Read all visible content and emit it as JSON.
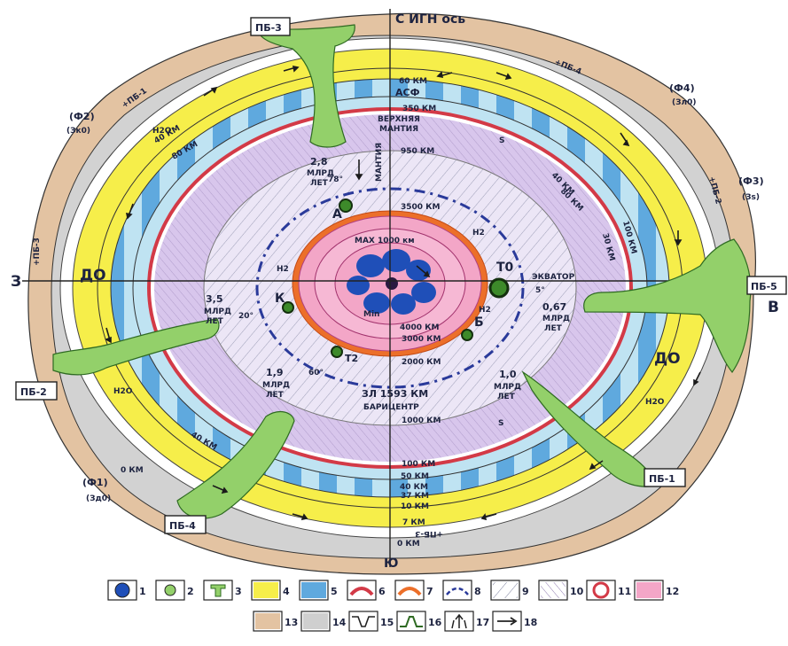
{
  "title": "С ИГН ось",
  "directions": {
    "north": "С",
    "south": "Ю",
    "west": "З",
    "east": "В"
  },
  "axis_label": "ИГН ось",
  "plates": {
    "pb1": "ПБ-1",
    "pb2": "ПБ-2",
    "pb3": "ПБ-3",
    "pb4": "ПБ-4",
    "pb5": "ПБ-5",
    "pb1_arc": "+ПБ-1",
    "pb2_arc": "+ПБ-2",
    "pb3_arc": "+ПБ-3",
    "pb4_arc": "+ПБ-4",
    "pb3_bottom": "+ПБ-3"
  },
  "phases": {
    "f1": "(Ф1)",
    "f1_sub": "(Зд0)",
    "f2": "(Ф2)",
    "f2_sub": "(Зк0)",
    "f3": "(Ф3)",
    "f3_sub": "(Зs)",
    "f4": "(Ф4)",
    "f4_sub": "(Зл0)"
  },
  "layers": {
    "upper_mantle_1": "ВЕРХНЯЯ",
    "upper_mantle_2": "МАНТИЯ",
    "mantle_vertical": "МАНТИЯ",
    "asf": "АСФ",
    "equator": "ЭКВАТОР",
    "do_left": "ДО",
    "do_right": "ДО",
    "barycenter_1": "ЗЛ 1593 КМ",
    "barycenter_2": "БАРИЦЕНТР"
  },
  "depth_marks": {
    "d60": "60 КМ",
    "d350": "350 КМ",
    "d950": "950 КМ",
    "d3500": "3500 КМ",
    "d4000": "4000 КМ",
    "d3000": "3000 КМ",
    "d2000": "2000 КМ",
    "d1000": "1000 КМ",
    "d100": "100 КМ",
    "d50": "50 КМ",
    "d40": "40 КМ",
    "d37": "37 КМ",
    "d10": "10 КМ",
    "d7": "7 КМ",
    "d0": "0 КМ",
    "left_d40": "40 КМ",
    "left_d80": "80 КМ",
    "left_d40b": "40 КМ",
    "left_0": "0 КМ",
    "right_d40": "40 КМ",
    "right_d80": "80 КМ",
    "right_d30": "30 КМ",
    "right_d100": "100 КМ"
  },
  "core": {
    "max": "МАХ 1000 км",
    "min": "Min"
  },
  "points": {
    "a": "А",
    "b": "Б",
    "k": "К",
    "t0": "Т0",
    "t2": "Т2"
  },
  "ages": {
    "a_val": "2,8",
    "a_unit1": "МЛРД",
    "a_unit2": "ЛЕТ",
    "a_deg": "78°",
    "k_val": "3,5",
    "k_unit1": "МЛРД",
    "k_unit2": "ЛЕТ",
    "k_deg": "20°",
    "t2_val": "1,9",
    "t2_unit1": "МЛРД",
    "t2_unit2": "ЛЕТ",
    "t2_deg": "60°",
    "b_val": "1,0",
    "b_unit1": "МЛРД",
    "b_unit2": "ЛЕТ",
    "t0_val": "0,67",
    "t0_unit1": "МЛРД",
    "t0_unit2": "ЛЕТ",
    "t0_deg": "5°"
  },
  "gases": {
    "h2o": "Н2О",
    "h2": "Н2",
    "s": "S"
  },
  "legend": {
    "row1": [
      "1",
      "2",
      "3",
      "4",
      "5",
      "6",
      "7",
      "8",
      "9",
      "10",
      "11",
      "12"
    ],
    "row2": [
      "13",
      "14",
      "15",
      "16",
      "17",
      "18"
    ]
  },
  "colors": {
    "pink_core": "#f3a6c7",
    "orange_ring": "#ec6f2a",
    "red_ring": "#d33a47",
    "lilac": "#d8c6ec",
    "light_blue": "#bfe3f2",
    "blue_band": "#5fa9de",
    "yellow": "#f6ee4a",
    "tan": "#e3c3a2",
    "gray": "#cfcfcf",
    "green": "#93d06a",
    "navy": "#2a3a9a",
    "dark_blue_dot": "#1f4fb8"
  }
}
